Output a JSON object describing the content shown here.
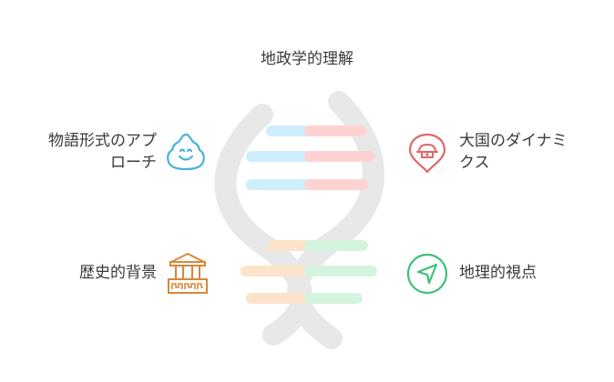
{
  "title": "地政学的理解",
  "items": {
    "top_left": {
      "line1": "物語形式のアプ",
      "line2": "ローチ",
      "icon": "smiling-drop-icon",
      "color": "#46b3d9"
    },
    "top_right": {
      "line1": "大国のダイナミ",
      "line2": "クス",
      "icon": "map-pin-icon",
      "color": "#e06666"
    },
    "bottom_left": {
      "label": "歴史的背景",
      "icon": "temple-icon",
      "color": "#d9873a"
    },
    "bottom_right": {
      "label": "地理的視点",
      "icon": "navigation-arrow-icon",
      "color": "#3fbf77"
    }
  },
  "colors": {
    "helix": "#e8e8e8",
    "rung_blue": "#cdeefa",
    "rung_red": "#ffd2d2",
    "rung_orange": "#fde3c9",
    "rung_green": "#d4f4df"
  }
}
